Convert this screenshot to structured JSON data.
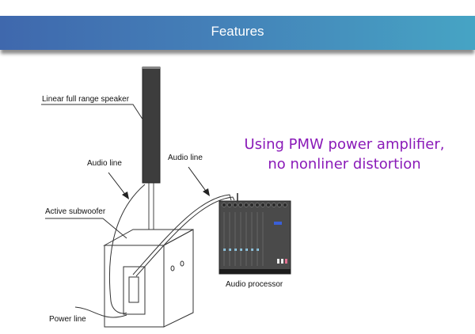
{
  "header": {
    "title": "Features"
  },
  "diagram": {
    "labels": {
      "speaker": "Linear full range speaker",
      "audio_line_left": "Audio line",
      "audio_line_right": "Audio line",
      "subwoofer": "Active subwoofer",
      "power_line": "Power line",
      "processor": "Audio processor"
    },
    "callout": {
      "line1": "Using PMW power amplifier,",
      "line2": "no nonliner distortion"
    },
    "colors": {
      "callout": "#8a1ab8",
      "speaker": "#3d3d3d",
      "mixer": "#4a4a4a"
    }
  }
}
